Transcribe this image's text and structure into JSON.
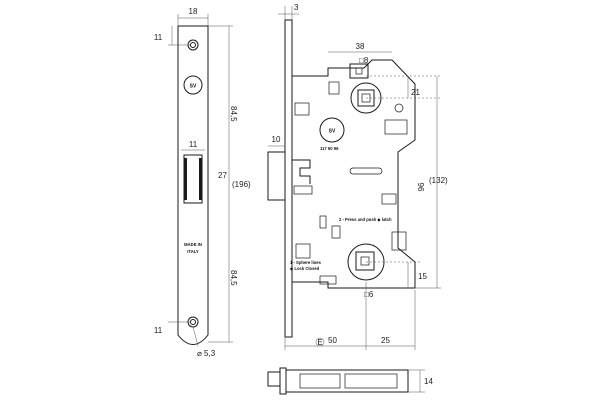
{
  "faceplate": {
    "width": "18",
    "hole_top": "11",
    "upper_span": "84,5",
    "latch_window": "11",
    "window_height": "27",
    "overall_length": "(196)",
    "lower_span": "84,5",
    "hole_bottom": "11",
    "hole_diameter": "⌀ 5,3",
    "made_in_line1": "MADE IN",
    "made_in_line2": "ITALY",
    "logo": "SV"
  },
  "lockbody": {
    "plate_thickness": "3",
    "latch_projection": "10",
    "square_spindle_top": "□8",
    "distance_38": "38",
    "distance_21": "21",
    "center_distance": "96",
    "body_height": "(132)",
    "distance_15": "15",
    "square_spindle_bottom": "□6",
    "backset": "50",
    "backset_marker": "E",
    "distance_25": "25",
    "logo": "SV",
    "code": "117 50 96",
    "step2_label": "2 - Press and push ◆ latch",
    "step1_line1": "1 - Sphere lines",
    "step1_line2": "◆ Lock Closed"
  },
  "bottom_view": {
    "thickness": "14"
  }
}
